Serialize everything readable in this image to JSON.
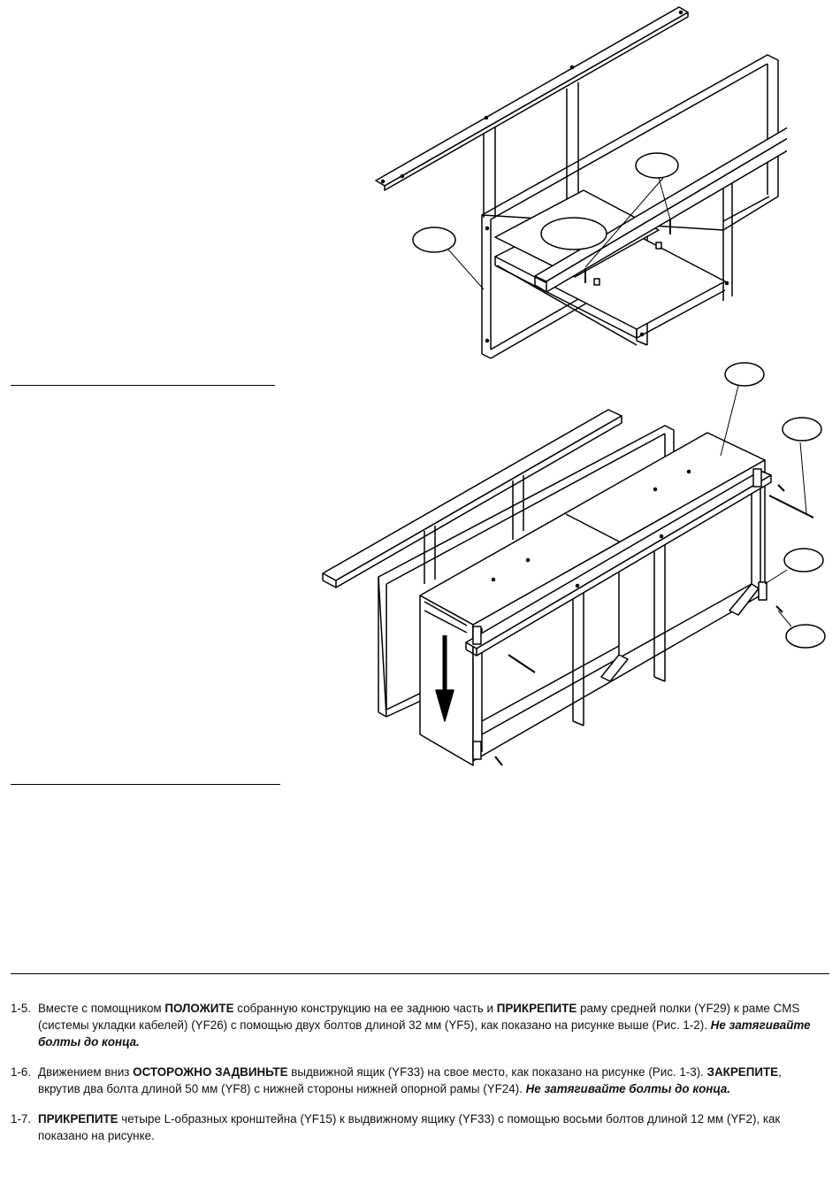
{
  "steps": [
    {
      "num": "1-5.",
      "t1": "Вместе с помощником ",
      "b1": "ПОЛОЖИТЕ",
      "t2": " собранную конструкцию на ее заднюю часть и ",
      "b2": "ПРИКРЕПИТЕ",
      "t3": " раму средней полки (YF29) к раме CMS  (системы укладки кабелей) (YF26) с помощью двух болтов длиной 32 мм (YF5), как показано на рисунке выше (Рис. 1-2). ",
      "bi": "Не затягивайте болты до конца."
    },
    {
      "num": "1-6.",
      "t1": "Движением вниз ",
      "b1": "ОСТОРОЖНО ЗАДВИНЬТЕ",
      "t2": " выдвижной ящик (YF33) на свое место, как показано на рисунке (Рис. 1-3). ",
      "b2": "ЗАКРЕПИТЕ",
      "t3": ", вкрутив два болта длиной 50 мм (YF8) с нижней стороны нижней опорной рамы (YF24). ",
      "bi": "Не затягивайте болты до конца."
    },
    {
      "num": "1-7.",
      "t1": "",
      "b1": "ПРИКРЕПИТЕ",
      "t2": " четыре L-образных кронштейна (YF15) к выдвижному ящику (YF33) с помощью восьми болтов длиной 12 мм (YF2), как показано на рисунке.",
      "b2": "",
      "t3": "",
      "bi": ""
    }
  ]
}
